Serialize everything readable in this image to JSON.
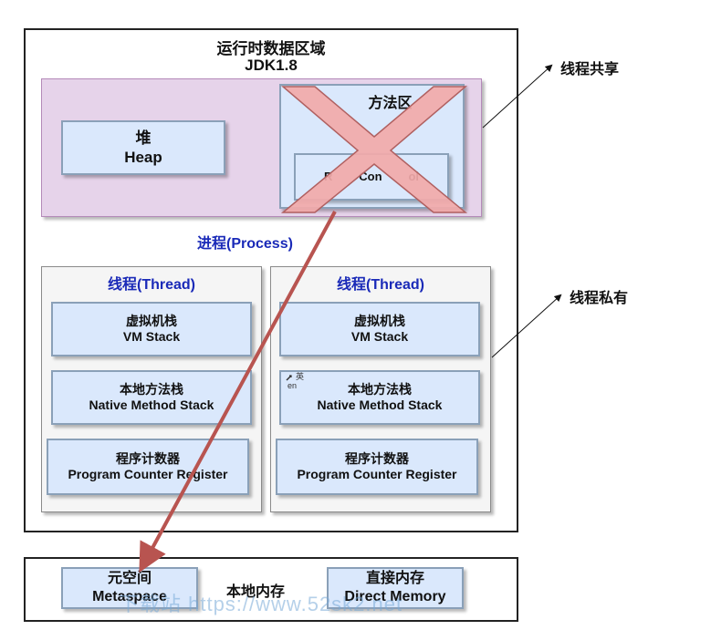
{
  "runtime_area": {
    "title": "运行时数据区域",
    "subtitle": "JDK1.8"
  },
  "heap": {
    "line1": "堆",
    "line2": "Heap"
  },
  "method_area": {
    "line1": "方法区",
    "line2": "",
    "pool_visible": "R        Con        ol"
  },
  "process_label": "进程(Process)",
  "threads": [
    {
      "label": "线程(Thread)",
      "vm_stack": {
        "line1": "虚拟机栈",
        "line2": "VM Stack"
      },
      "native_stack": {
        "line1": "本地方法栈",
        "line2": "Native Method Stack"
      },
      "pc_register": {
        "line1": "程序计数器",
        "line2": "Program Counter Register"
      }
    },
    {
      "label": "线程(Thread)",
      "vm_stack": {
        "line1": "虚拟机栈",
        "line2": "VM Stack"
      },
      "native_stack": {
        "line1": "本地方法栈",
        "line2": "Native Method Stack"
      },
      "pc_register": {
        "line1": "程序计数器",
        "line2": "Program Counter Register"
      }
    }
  ],
  "side_labels": {
    "shared": "线程共享",
    "private": "线程私有"
  },
  "local_memory": {
    "label": "本地内存",
    "metaspace": {
      "line1": "元空间",
      "line2": "Metaspace"
    },
    "direct_memory": {
      "line1": "直接内存",
      "line2": "Direct Memory"
    }
  },
  "input_icon": {
    "line1": "英",
    "line2": "en"
  },
  "watermark": "下载站 https://www.52sk2.net",
  "colors": {
    "cross_fill": "#f2a9a9",
    "cross_stroke": "#b06060",
    "arrow": "#b85450",
    "accent_blue": "#1a2ab8"
  }
}
